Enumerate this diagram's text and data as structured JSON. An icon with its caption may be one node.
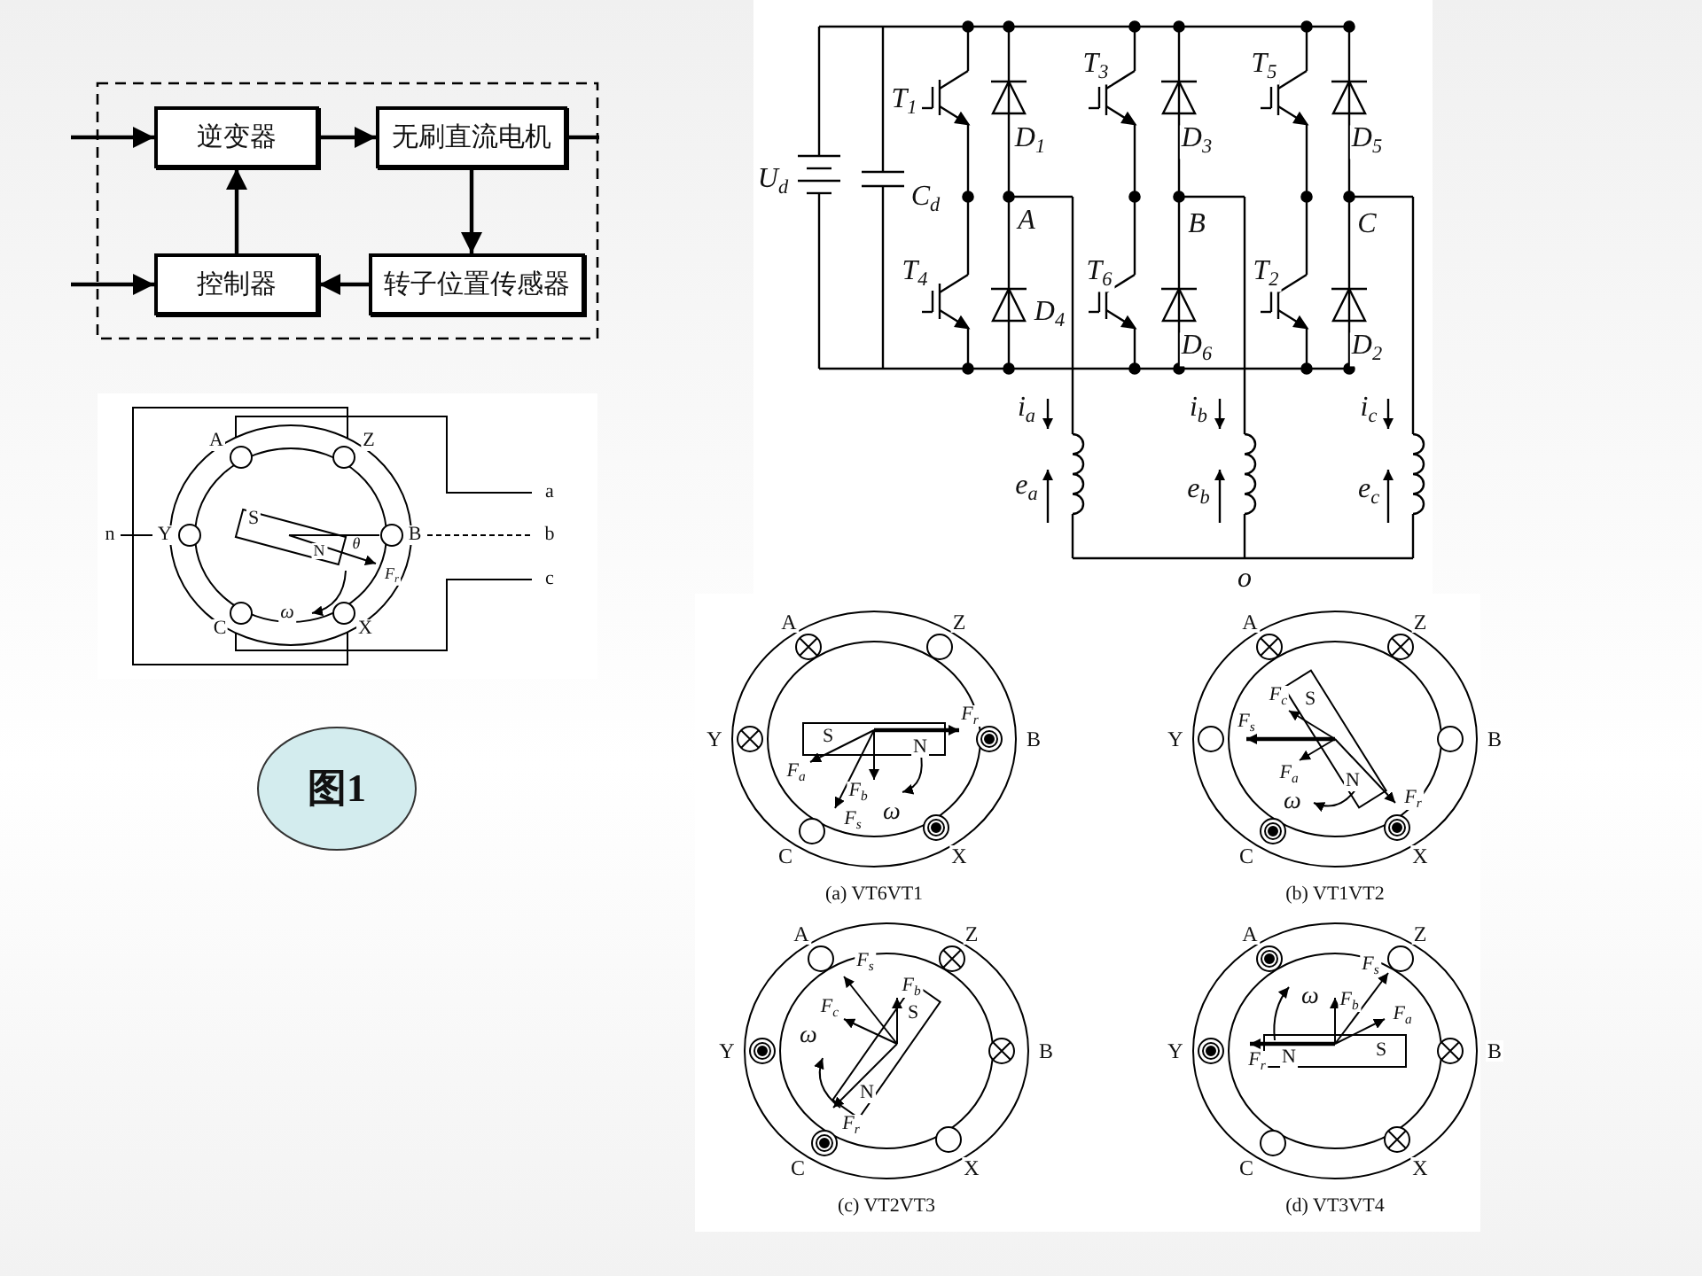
{
  "diagram": {
    "nodes": [
      {
        "text": [
          "逆变器"
        ]
      },
      {
        "text": [
          "无刷直流电机"
        ]
      },
      {
        "text": [
          "控制器"
        ]
      },
      {
        "text": [
          "转子位置传感器"
        ]
      },
      {
        "text": [
          "图1"
        ]
      }
    ],
    "edges": [
      {
        "from": null,
        "to": 0,
        "arrow": "to"
      },
      {
        "from": 0,
        "to": 1,
        "arrow": "to"
      },
      {
        "from": 1,
        "to": null,
        "arrow": "none"
      },
      {
        "from": 2,
        "to": 0,
        "arrow": "to"
      },
      {
        "from": 1,
        "to": 3,
        "arrow": "to"
      },
      {
        "from": null,
        "to": 2,
        "arrow": "to"
      },
      {
        "from": 3,
        "to": 2,
        "arrow": "to"
      }
    ],
    "labels": [
      "U$_{d}$",
      "C$_{d}$",
      "T$_{1}$",
      "D$_{1}$",
      "T$_{3}$",
      "D$_{3}$",
      "T$_{5}$",
      "D$_{5}$",
      "A",
      "B",
      "C",
      "T$_{4}$",
      "D$_{4}$",
      "T$_{6}$",
      "D$_{6}$",
      "T$_{2}$",
      "D$_{2}$",
      "i$_{a}$",
      "e$_{a}$",
      "i$_{b}$",
      "e$_{b}$",
      "i$_{c}$",
      "e$_{c}$",
      "o",
      "A",
      "Z",
      "a",
      "n",
      "Y",
      "S",
      "B",
      "b",
      "N",
      "θ",
      "F$_{r}$",
      "c",
      "ω",
      "C",
      "X",
      "A",
      "Z",
      "Y",
      "B",
      "C",
      "X",
      "S",
      "N",
      "F$_{r}$",
      "F$_{a}$",
      "F$_{s}$",
      "F$_{b}$",
      "ω",
      "(a) VT6VT1",
      "A",
      "Z",
      "Y",
      "B",
      "C",
      "X",
      "S",
      "N",
      "F$_{c}$",
      "F$_{s}$",
      "F$_{a}$",
      "F$_{r}$",
      "ω",
      "(b) VT1VT2",
      "A",
      "Z",
      "Y",
      "B",
      "C",
      "X",
      "S",
      "N",
      "F$_{s}$",
      "F$_{b}$",
      "F$_{c}$",
      "F$_{r}$",
      "ω",
      "(c) VT2VT3",
      "A",
      "Z",
      "Y",
      "B",
      "C",
      "X",
      "N",
      "S",
      "F$_{b}$",
      "F$_{s}$",
      "F$_{a}$",
      "F$_{r}$",
      "ω",
      "(d) VT3VT4"
    ]
  }
}
